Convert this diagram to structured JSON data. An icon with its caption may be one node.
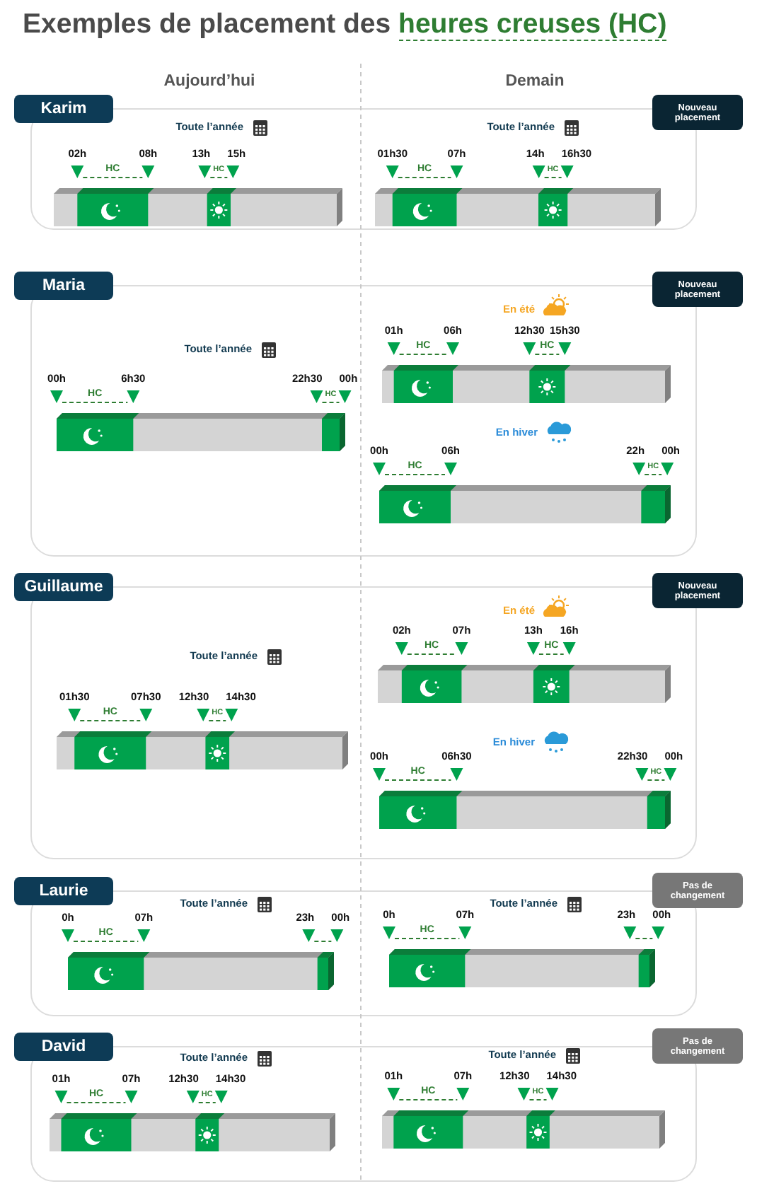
{
  "diagram": {
    "title": "Exemples de placement des **heures creuses (HC)**",
    "nodes": [
      {
        "text": [
          "Karim"
        ]
      },
      {
        "text": [
          "Nouveau placement"
        ]
      },
      {
        "text": [
          "Maria"
        ]
      },
      {
        "text": [
          "Nouveau placement"
        ]
      },
      {
        "text": [
          "Guillaume"
        ]
      },
      {
        "text": [
          "Nouveau placement"
        ]
      },
      {
        "text": [
          "Laurie"
        ]
      },
      {
        "text": [
          "Pas de changement"
        ]
      },
      {
        "text": [
          "David"
        ]
      },
      {
        "text": [
          "Pas de changement"
        ]
      }
    ],
    "labels": [
      "Aujourd’hui",
      "Demain",
      "Toute l’année",
      "02h",
      "08h",
      "HC",
      "13h",
      "15h",
      "HC",
      "Toute l’année",
      "01h30",
      "07h",
      "HC",
      "14h",
      "16h30",
      "HC",
      "Toute l’année",
      "00h",
      "6h30",
      "HC",
      "22h30",
      "00h",
      "HC",
      "En été",
      "01h",
      "06h",
      "HC",
      "12h30",
      "15h30",
      "HC",
      "En hiver",
      "00h",
      "06h",
      "HC",
      "22h",
      "00h",
      "HC",
      "Toute l’année",
      "01h30",
      "07h30",
      "HC",
      "12h30",
      "14h30",
      "HC",
      "En été",
      "02h",
      "07h",
      "HC",
      "13h",
      "16h",
      "HC",
      "En hiver",
      "00h",
      "06h30",
      "HC",
      "22h30",
      "00h",
      "HC",
      "Toute l’année",
      "0h",
      "07h",
      "HC",
      "23h",
      "00h",
      "Toute l’année",
      "0h",
      "07h",
      "HC",
      "23h",
      "00h",
      "Toute l’année",
      "01h",
      "07h",
      "HC",
      "12h30",
      "14h30",
      "HC",
      "Toute l’année",
      "01h",
      "07h",
      "HC",
      "12h30",
      "14h30",
      "HC"
    ]
  }
}
